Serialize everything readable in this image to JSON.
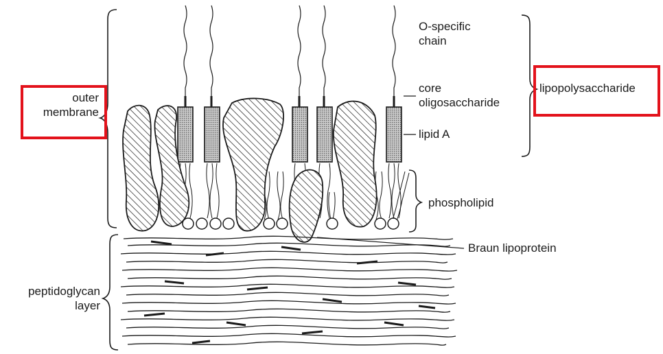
{
  "labels": {
    "outer_membrane": [
      "outer",
      "membrane"
    ],
    "o_specific_chain": [
      "O-specific",
      "chain"
    ],
    "core_oligosaccharide": [
      "core",
      "oligosaccharide"
    ],
    "lipid_a": "lipid A",
    "lipopolysaccharide": "lipopolysaccharide",
    "phospholipid": "phospholipid",
    "braun_lipoprotein": "Braun lipoprotein",
    "peptidoglycan_layer": [
      "peptidoglycan",
      "layer"
    ]
  },
  "highlight_color": "#e3121b"
}
